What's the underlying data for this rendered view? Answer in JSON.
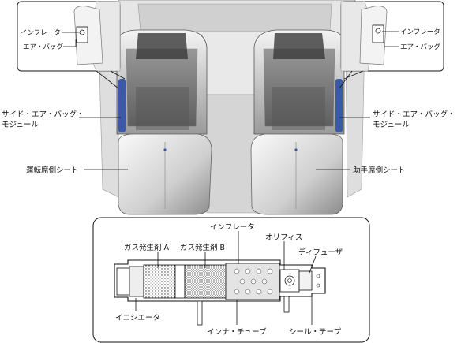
{
  "labels": {
    "inflator_left": "インフレータ",
    "airbag_left": "エア・バッグ",
    "inflator_right": "インフレータ",
    "airbag_right": "エア・バッグ",
    "side_module_left_1": "サイド・エア・バッグ・",
    "side_module_left_2": "モジュール",
    "side_module_right_1": "サイド・エア・バッグ・",
    "side_module_right_2": "モジュール",
    "driver_seat": "運転席側シート",
    "passenger_seat": "助手席側シート"
  },
  "cutaway": {
    "inflator": "インフレータ",
    "gas_generant_a": "ガス発生剤 A",
    "gas_generant_b": "ガス発生剤 B",
    "orifice": "オリフィス",
    "diffuser": "ディフューザ",
    "initiator": "イニシエータ",
    "inner_tube": "インナ・チューブ",
    "seal_tape": "シール・テープ"
  },
  "colors": {
    "airbag_module": "#3a5aa8",
    "seat_dark": "#3c3c3c",
    "seat_light": "#d8d8d8"
  }
}
